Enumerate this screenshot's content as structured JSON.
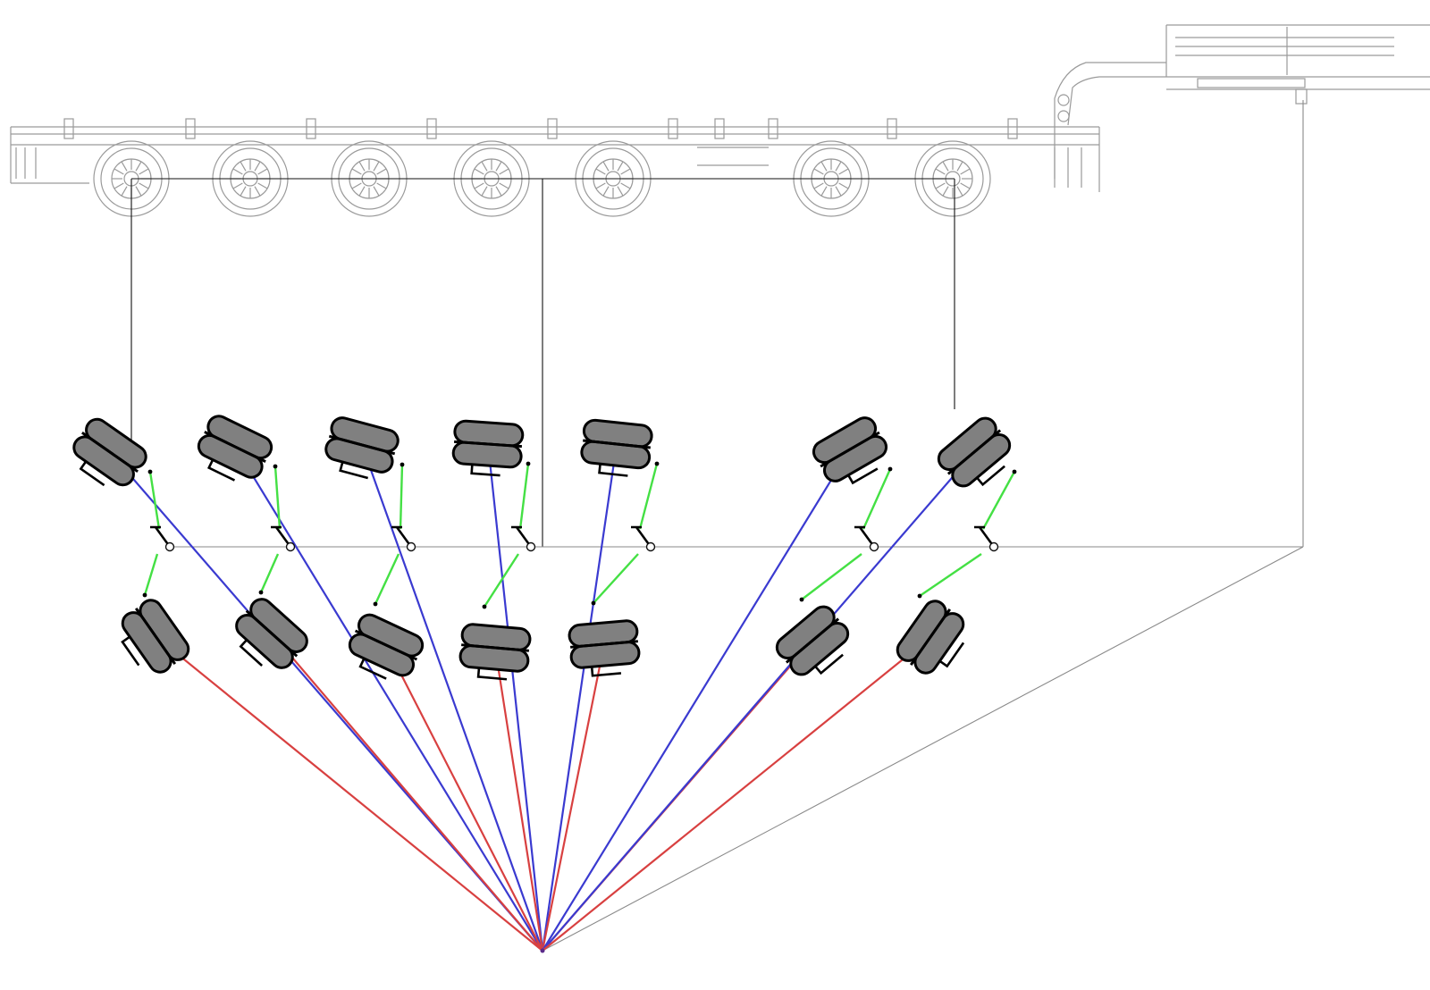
{
  "diagram": {
    "description_type": "steering-geometry",
    "colors": {
      "tyre_fill": "#808080",
      "front_ray": "#3a3ad0",
      "rear_ray": "#d84040",
      "tie_rod": "#44e044",
      "construction_line": "#111111",
      "drawing_line": "#9a9a9a"
    },
    "axle_count": 7,
    "axles": [
      {
        "id": "axle-1",
        "front_angle_deg": 35,
        "rear_angle_deg": 55
      },
      {
        "id": "axle-2",
        "front_angle_deg": 26,
        "rear_angle_deg": 42
      },
      {
        "id": "axle-3",
        "front_angle_deg": 15,
        "rear_angle_deg": 25
      },
      {
        "id": "axle-4",
        "front_angle_deg": 4,
        "rear_angle_deg": 5
      },
      {
        "id": "axle-5",
        "front_angle_deg": 6,
        "rear_angle_deg": -5
      },
      {
        "id": "axle-6",
        "front_angle_deg": -30,
        "rear_angle_deg": -40
      },
      {
        "id": "axle-7",
        "front_angle_deg": -40,
        "rear_angle_deg": -55
      }
    ],
    "icons": [
      "trailer-side-view-icon",
      "wheel-icon",
      "gooseneck-icon"
    ]
  }
}
